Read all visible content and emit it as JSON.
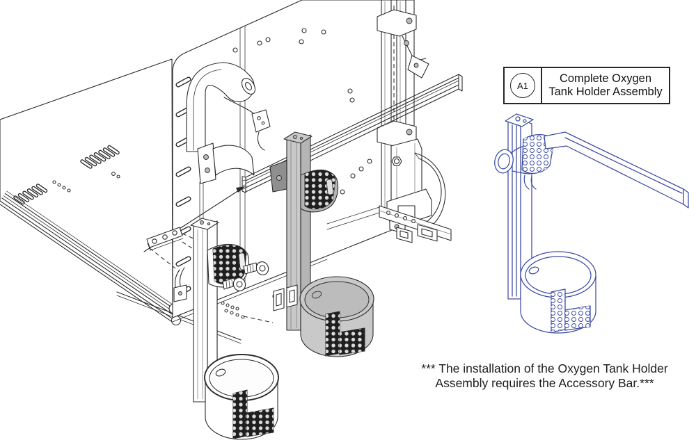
{
  "callout": {
    "ref": "A1",
    "label_line1": "Complete Oxygen",
    "label_line2": "Tank Holder Assembly"
  },
  "footnote": {
    "line1": "*** The installation of the Oxygen Tank Holder",
    "line2": "Assembly requires the Accessory Bar.***"
  },
  "colors": {
    "line": "#2b2b2b",
    "assembly_blue": "#3c4ba1",
    "shade_gray": "#c9c9c9",
    "pad_dark": "#1f1f1f",
    "background": "#ffffff"
  },
  "drawings": {
    "main": "Wheelchair seat base with two oxygen tank holders mounted to the accessory bar",
    "detail": "Complete oxygen tank holder assembly, item A1"
  }
}
